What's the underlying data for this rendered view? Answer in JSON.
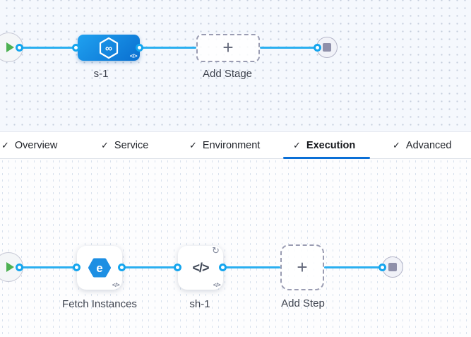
{
  "stage_pipeline": {
    "stage": {
      "label": "s-1"
    },
    "add_stage": {
      "label": "Add Stage"
    }
  },
  "tab_bar": {
    "tabs": [
      {
        "label": "Overview",
        "checked": true,
        "active": false
      },
      {
        "label": "Service",
        "checked": true,
        "active": false
      },
      {
        "label": "Environment",
        "checked": true,
        "active": false
      },
      {
        "label": "Execution",
        "checked": true,
        "active": true
      },
      {
        "label": "Advanced",
        "checked": true,
        "active": false
      }
    ]
  },
  "execution_pipeline": {
    "steps": [
      {
        "label": "Fetch Instances",
        "icon": "elastigroup-icon"
      },
      {
        "label": "sh-1",
        "icon": "shell-script-icon"
      }
    ],
    "add_step": {
      "label": "Add Step"
    }
  },
  "icons": {
    "check": "✓",
    "plus": "+",
    "code": "</>",
    "loop": "↻",
    "infinity": "∞",
    "elastigroup_letter": "e"
  },
  "colors": {
    "accent_blue": "#0b6fd6",
    "edge_blue": "#2aaff0",
    "stage_gradient_start": "#1fa1f0",
    "stage_gradient_end": "#0a6fd0",
    "play_green": "#4db052"
  }
}
